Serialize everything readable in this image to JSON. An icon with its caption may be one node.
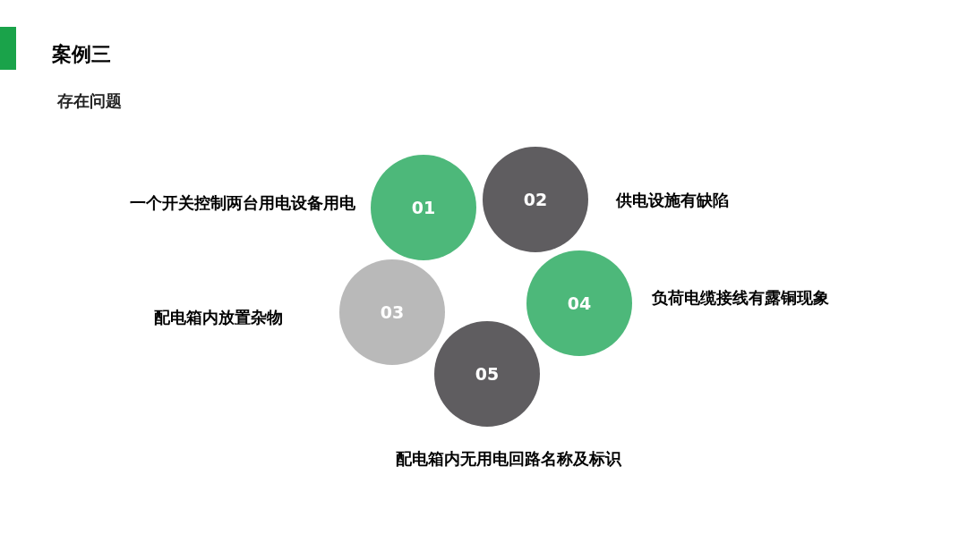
{
  "diagram": {
    "title": "案例三",
    "nodes": [
      {
        "text": [
          "01"
        ],
        "beside": [
          "一个开关控制两台用电设备用电"
        ]
      },
      {
        "text": [
          "02"
        ],
        "beside": [
          "供电设施有缺陷"
        ]
      },
      {
        "text": [
          "03"
        ],
        "beside": [
          "配电箱内放置杂物"
        ]
      },
      {
        "text": [
          "04"
        ],
        "beside": [
          "负荷电缆接线有露铜现象"
        ]
      },
      {
        "text": [
          "05"
        ],
        "beside": [
          "配电箱内无用电回路名称及标识"
        ]
      }
    ],
    "edges": [],
    "labels": [
      "存在问题"
    ]
  }
}
